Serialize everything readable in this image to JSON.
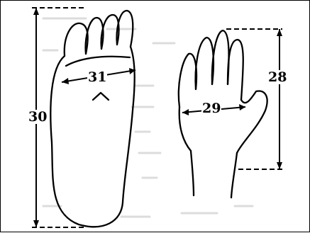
{
  "figure": {
    "foot": {
      "length_label": "30",
      "width_label": "31"
    },
    "hand": {
      "length_label": "28",
      "width_label": "29"
    },
    "colors": {
      "line": "#000000",
      "background": "#ffffff",
      "texture": "#d9d9d9"
    }
  }
}
